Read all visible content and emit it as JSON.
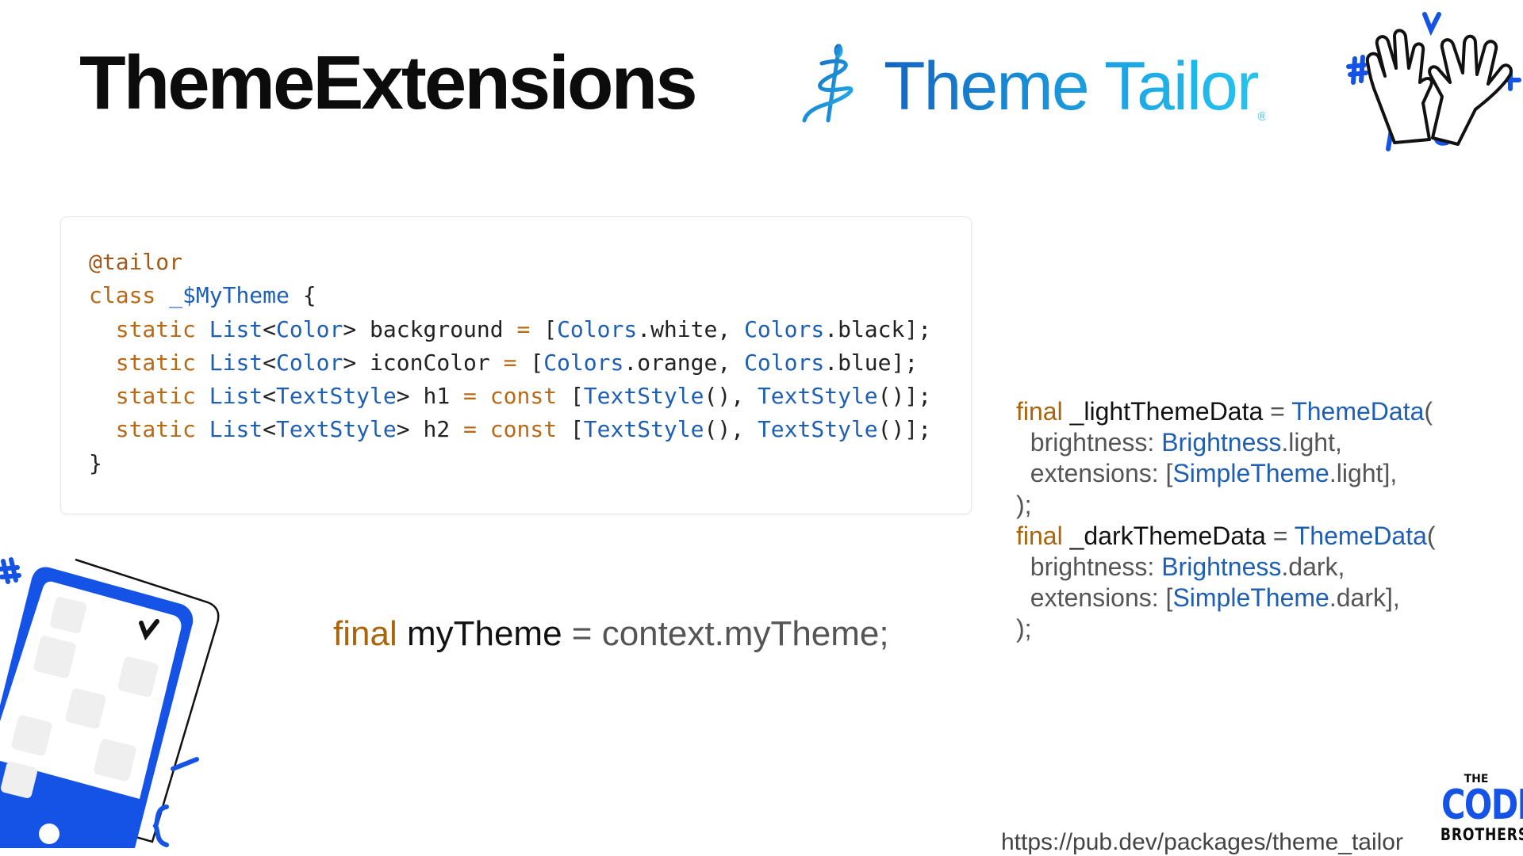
{
  "slide": {
    "title": "ThemeExtensions",
    "logo_text": "Theme Tailor",
    "logo_reg": "®",
    "url": "https://pub.dev/packages/theme_tailor"
  },
  "code_block": {
    "annotation": "@tailor",
    "class_kw": "class",
    "class_name": "_$MyTheme",
    "class_open": " {",
    "lines": [
      {
        "static": "static",
        "list": "List",
        "lt": "<",
        "type": "Color",
        "gt": ">",
        "name": " background ",
        "eq": "=",
        "rest1": " [",
        "a": "Colors",
        "a_rest": ".white, ",
        "b": "Colors",
        "b_rest": ".black];"
      },
      {
        "static": "static",
        "list": "List",
        "lt": "<",
        "type": "Color",
        "gt": ">",
        "name": " iconColor ",
        "eq": "=",
        "rest1": " [",
        "a": "Colors",
        "a_rest": ".orange, ",
        "b": "Colors",
        "b_rest": ".blue];"
      },
      {
        "static": "static",
        "list": "List",
        "lt": "<",
        "type": "TextStyle",
        "gt": ">",
        "name": " h1 ",
        "eq": "= const",
        "rest1": " [",
        "a": "TextStyle",
        "a_rest": "(), ",
        "b": "TextStyle",
        "b_rest": "()];"
      },
      {
        "static": "static",
        "list": "List",
        "lt": "<",
        "type": "TextStyle",
        "gt": ">",
        "name": " h2 ",
        "eq": "= const",
        "rest1": " [",
        "a": "TextStyle",
        "a_rest": "(), ",
        "b": "TextStyle",
        "b_rest": "()];"
      }
    ],
    "close": "}"
  },
  "usage": {
    "kw": "final",
    "var": " myTheme",
    "eq": " = ",
    "expr": "context.myTheme;"
  },
  "theme_code": {
    "light": {
      "kw": "final",
      "name": " _lightThemeData",
      "eq": " = ",
      "type": "ThemeData",
      "open": "(",
      "l1_label": "  brightness: ",
      "l1_type": "Brightness",
      "l1_rest": ".light,",
      "l2_label": "  extensions: [",
      "l2_type": "SimpleTheme",
      "l2_rest": ".light],",
      "close": ");"
    },
    "dark": {
      "kw": "final",
      "name": " _darkThemeData",
      "eq": " = ",
      "type": "ThemeData",
      "open": "(",
      "l1_label": "  brightness: ",
      "l1_type": "Brightness",
      "l1_rest": ".dark,",
      "l2_label": "  extensions: [",
      "l2_type": "SimpleTheme",
      "l2_rest": ".dark],",
      "close": ");"
    }
  },
  "branding": {
    "the": "THE",
    "code": "CODE",
    "brothers": "BROTHERS"
  },
  "colors": {
    "accent": "#1553e6",
    "keyword": "#b86a17",
    "type": "#1f5fb3"
  },
  "icons": [
    "needle-thread-icon",
    "high-five-hands-icon",
    "phone-illustration-icon"
  ]
}
